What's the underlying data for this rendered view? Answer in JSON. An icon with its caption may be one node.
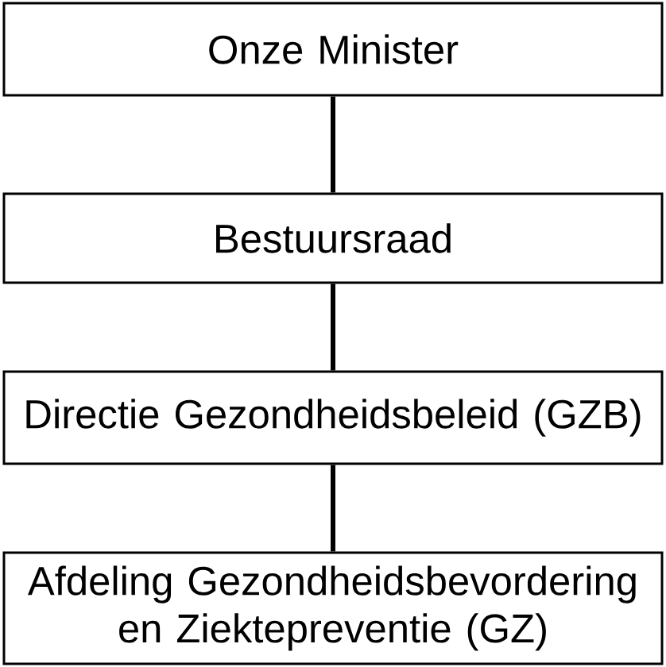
{
  "diagram": {
    "nodes": [
      {
        "text": [
          "Onze Minister"
        ]
      },
      {
        "text": [
          "Bestuursraad"
        ]
      },
      {
        "text": [
          "Directie Gezondheidsbeleid (GZB)"
        ]
      },
      {
        "text": [
          "Afdeling Gezondheidsbevordering en Ziektepreventie (GZ)"
        ]
      }
    ],
    "edges": [
      {
        "from": 0,
        "to": 1,
        "arrow": "none"
      },
      {
        "from": 1,
        "to": 2,
        "arrow": "none"
      },
      {
        "from": 2,
        "to": 3,
        "arrow": "none"
      }
    ]
  }
}
